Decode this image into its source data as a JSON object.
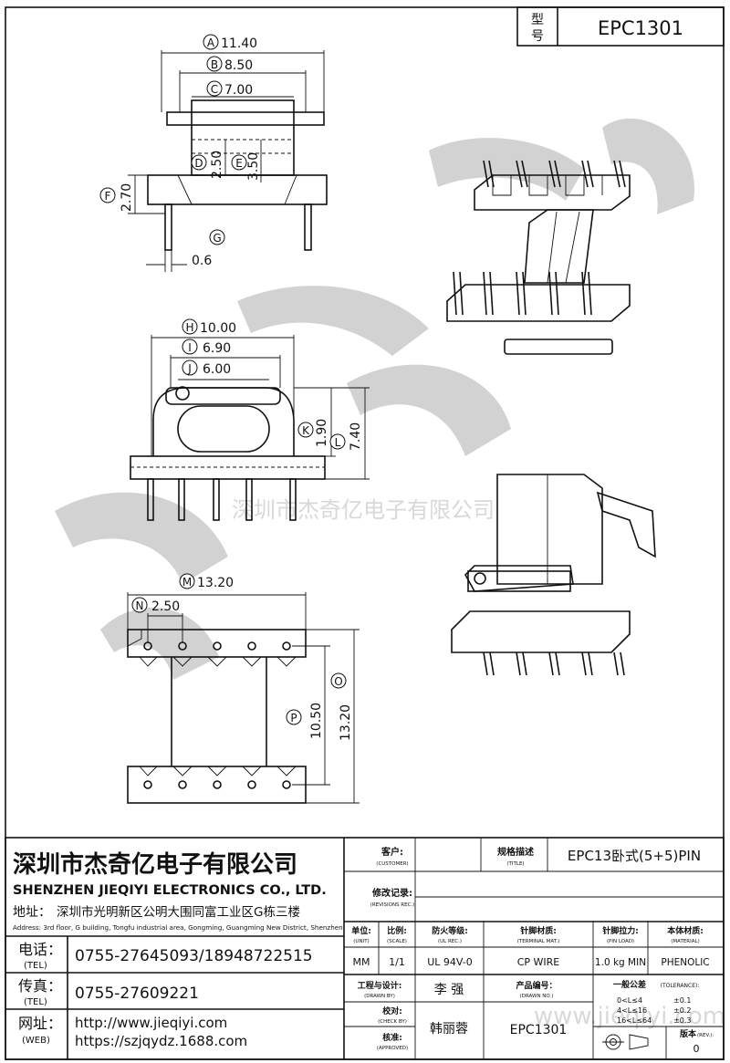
{
  "model": {
    "label_char1": "型",
    "label_char2": "号",
    "value": "EPC1301"
  },
  "dims": {
    "A": {
      "letter": "A",
      "value": "11.40"
    },
    "B": {
      "letter": "B",
      "value": "8.50"
    },
    "C": {
      "letter": "C",
      "value": "7.00"
    },
    "D": {
      "letter": "D",
      "value": "2.50"
    },
    "E": {
      "letter": "E",
      "value": "3.50"
    },
    "F": {
      "letter": "F",
      "value": "2.70"
    },
    "G": {
      "letter": "G",
      "value": "0.6"
    },
    "H": {
      "letter": "H",
      "value": "10.00"
    },
    "I": {
      "letter": "I",
      "value": "6.90"
    },
    "J": {
      "letter": "J",
      "value": "6.00"
    },
    "K": {
      "letter": "K",
      "value": "1.90"
    },
    "L": {
      "letter": "L",
      "value": "7.40"
    },
    "M": {
      "letter": "M",
      "value": "13.20"
    },
    "N": {
      "letter": "N",
      "value": "2.50"
    },
    "O": {
      "letter": "O",
      "value": "13.20"
    },
    "P": {
      "letter": "P",
      "value": "10.50"
    }
  },
  "watermark": {
    "company_cn": "深圳市杰奇亿电子有限公司",
    "site": "www.jieqiyi.com"
  },
  "company": {
    "name_cn": "深圳市杰奇亿电子有限公司",
    "name_en": "SHENZHEN JIEQIYI ELECTRONICS CO., LTD.",
    "address_label": "地址：",
    "address_cn": "深圳市光明新区公明大围同富工业区G栋三楼",
    "address_en": "Address: 3rd floor, G building, Tongfu industrial area, Gongming, Guangming New District, Shenzhen.",
    "tel_label": "电话：",
    "tel_label_en": "(TEL)",
    "tel_value": "0755-27645093/18948722515",
    "fax_label": "传真：",
    "fax_label_en": "(TEL)",
    "fax_value": "0755-27609221",
    "web_label": "网址：",
    "web_label_en": "(WEB)",
    "web_value1": "http://www.jieqiyi.com",
    "web_value2": "https://szjqydz.1688.com"
  },
  "titleblock": {
    "customer_label": "客户:",
    "customer_label_en": "(CUSTOMER)",
    "title_label": "规格描述",
    "title_label_en": "(TITLE)",
    "title_value": "EPC13卧式(5+5)PIN",
    "rev_label": "修改记录:",
    "rev_label_en": "(REVISIONS REC.)",
    "unit_label": "单位:",
    "unit_label_en": "(UNIT)",
    "unit_value": "MM",
    "scale_label": "比例:",
    "scale_label_en": "(SCALE)",
    "scale_value": "1/1",
    "ul_label": "防火等级:",
    "ul_label_en": "(UL REC.)",
    "ul_value": "UL 94V-0",
    "terminal_label": "针脚材质:",
    "terminal_label_en": "(TERMINAL MAT.)",
    "terminal_value": "CP WIRE",
    "pinload_label": "针脚拉力:",
    "pinload_label_en": "(PIN LOAD)",
    "pinload_value": "1.0 kg MIN",
    "material_label": "本体材质:",
    "material_label_en": "(MATERIAL)",
    "material_value": "PHENOLIC",
    "drawn_label": "工程与设计:",
    "drawn_label_en": "(DRAWN BY)",
    "drawn_value": "李  强",
    "check_label": "校对:",
    "check_label_en": "(CHECK BY)",
    "approved_label": "核准:",
    "approved_label_en": "(APPROVED)",
    "approved_value": "韩丽蓉",
    "drawnno_label": "产品编号：",
    "drawnno_label_en": "(DRAWN NO.)",
    "drawnno_value": "EPC1301",
    "tol_label": "一般公差",
    "tol_label_en": "(TOLERANCE):",
    "tol1_range": "0<L≤4",
    "tol1_value": "±0.1",
    "tol2_range": "4<L≤16",
    "tol2_value": "±0.2",
    "tol3_range": "16<L≤64",
    "tol3_value": "±0.3",
    "version_label": "版本",
    "version_label_en": "(REV.):",
    "version_value": "0"
  }
}
